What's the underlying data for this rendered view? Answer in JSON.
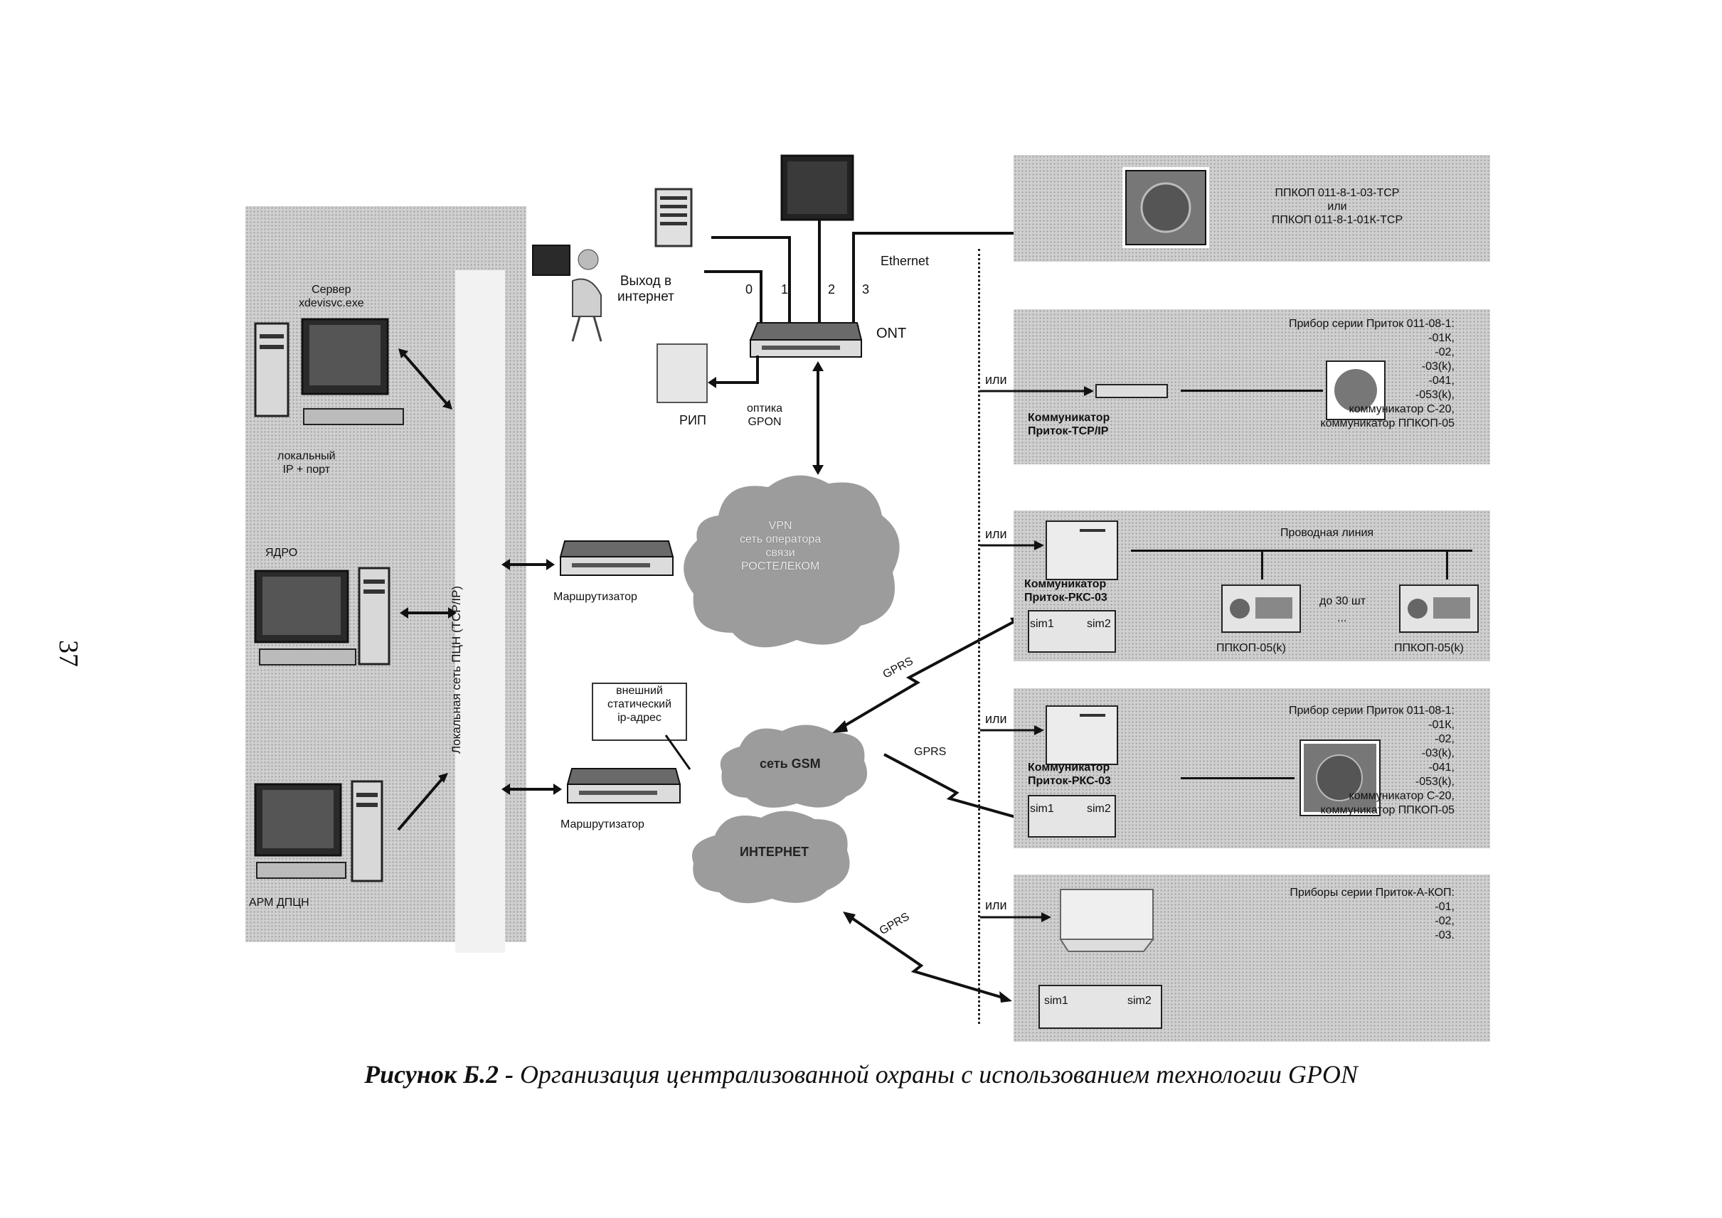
{
  "page_number": "37",
  "caption": {
    "label": "Рисунок Б.2 -",
    "text": "Организация централизованной охраны с использованием технологии GPON"
  },
  "left": {
    "server_label": "Сервер\nxdevisvc.exe",
    "local_ip_label": "локальный\nIP + порт",
    "core_label": "ЯДРО",
    "arm_label": "АРМ ДПЦН",
    "lan_label": "Локальная сеть ПЦН (TCP/IP)"
  },
  "top": {
    "internet_exit": "Выход в\nинтернет",
    "ports": [
      "0",
      "1",
      "2",
      "3"
    ],
    "ethernet": "Ethernet",
    "ont": "ONT",
    "rip": "РИП",
    "optics": "оптика\nGPON"
  },
  "middle": {
    "router_label": "Маршрутизатор",
    "router2_label": "Маршрутизатор",
    "vpn_cloud": "VPN\nсеть оператора\nсвязи\nРОСТЕЛЕКОМ",
    "external_ip": "внешний\nстатический\nip-адрес",
    "gsm_cloud": "сеть GSM",
    "internet_cloud": "ИНТЕРНЕТ",
    "gprs": [
      "GPRS",
      "GPRS",
      "GPRS"
    ]
  },
  "right": {
    "or_labels": [
      "или",
      "или",
      "или",
      "или"
    ],
    "panel1_text": "ППКОП 011-8-1-03-TCP\nили\nППКОП 011-8-1-01К-TCP",
    "panel2_text": "Прибор серии Приток 011-08-1:\n-01К,\n-02,\n-03(k),\n-041,\n-053(k),\nкоммуникатор С-20,\nкоммуникатор ППКОП-05",
    "panel2_comm": "Коммуникатор\nПриток-TCP/IP",
    "panel3_comm": "Коммуникатор\nПриток-РКС-03",
    "panel3_wire": "Проводная линия",
    "panel3_upto": "до 30 шт",
    "panel3_dots": "...",
    "panel3_dev1": "ППКОП-05(k)",
    "panel3_dev2": "ППКОП-05(k)",
    "sim1": "sim1",
    "sim2": "sim2",
    "panel4_comm": "Коммуникатор\nПриток-РКС-03",
    "panel4_text": "Прибор серии Приток 011-08-1:\n-01К,\n-02,\n-03(k),\n-041,\n-053(k),\nкоммуникатор С-20,\nкоммуникатор ППКОП-05",
    "panel5_text": "Приборы серии Приток-А-КОП:\n-01,\n-02,\n-03."
  }
}
